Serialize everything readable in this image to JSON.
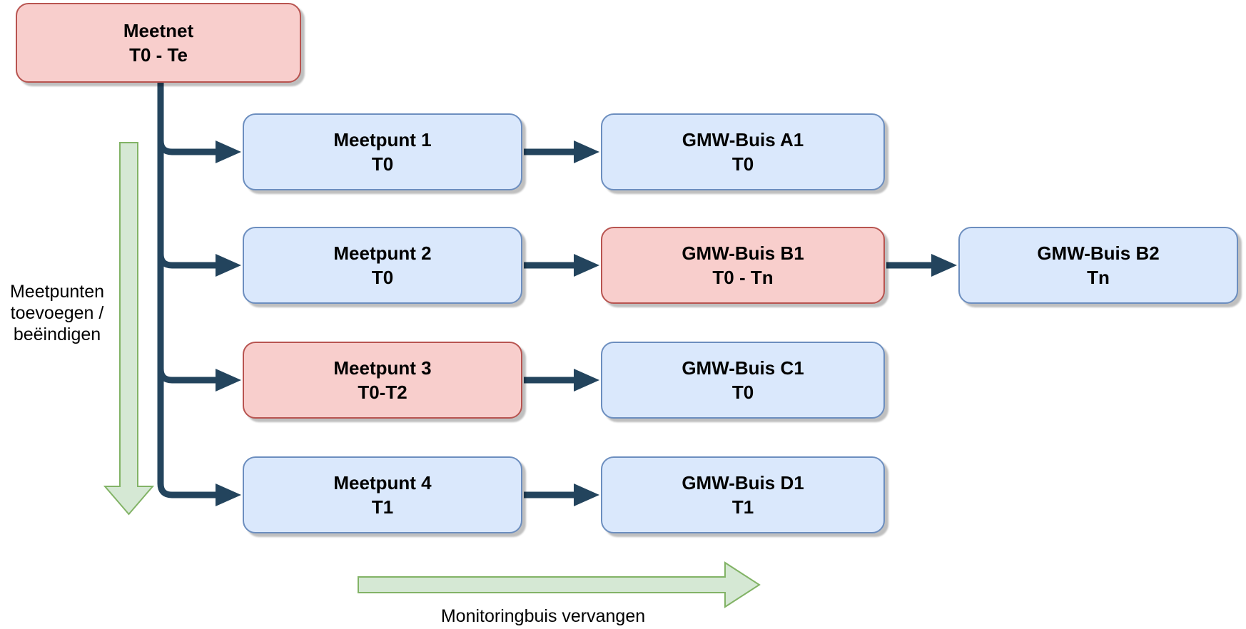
{
  "diagram": {
    "nodes": [
      {
        "name": "Meetnet",
        "period": "T0 - Te",
        "variant": "red"
      },
      {
        "name": "Meetpunt 1",
        "period": "T0",
        "variant": "blue"
      },
      {
        "name": "GMW-Buis A1",
        "period": "T0",
        "variant": "blue"
      },
      {
        "name": "Meetpunt 2",
        "period": "T0",
        "variant": "blue"
      },
      {
        "name": "GMW-Buis B1",
        "period": "T0 - Tn",
        "variant": "red"
      },
      {
        "name": "GMW-Buis B2",
        "period": "Tn",
        "variant": "blue"
      },
      {
        "name": "Meetpunt 3",
        "period": "T0-T2",
        "variant": "red"
      },
      {
        "name": "GMW-Buis C1",
        "period": "T0",
        "variant": "blue"
      },
      {
        "name": "Meetpunt 4",
        "period": "T1",
        "variant": "blue"
      },
      {
        "name": "GMW-Buis D1",
        "period": "T1",
        "variant": "blue"
      }
    ],
    "captions": {
      "left": {
        "lines": [
          "Meetpunten",
          "toevoegen /",
          "beëindigen"
        ]
      },
      "bottom": "Monitoringbuis vervangen"
    },
    "colors": {
      "node_blue_fill": "#dae8fc",
      "node_blue_border": "#6c8ebf",
      "node_red_fill": "#f8cecc",
      "node_red_border": "#b85450",
      "connector_dark": "#23445d",
      "green_arrow_fill": "#d5e8d4",
      "green_arrow_border": "#82b366",
      "text": "#000000"
    }
  }
}
